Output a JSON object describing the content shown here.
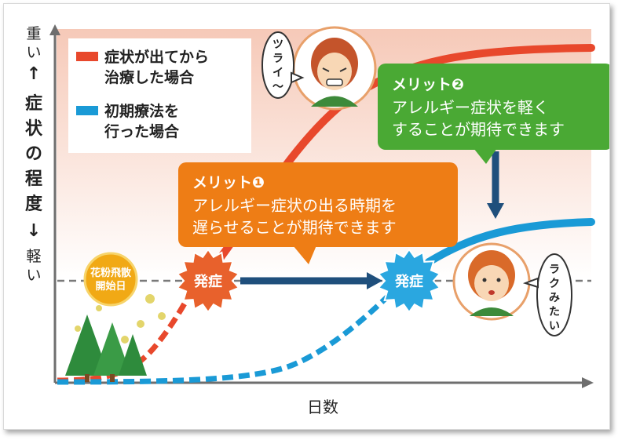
{
  "y_axis": {
    "top_label": "重い",
    "up_arrow": "↑",
    "title": "症状の程度",
    "down_arrow": "↓",
    "bottom_label": "軽い"
  },
  "x_axis": {
    "label": "日数"
  },
  "legend": {
    "items": [
      {
        "lines": [
          "症状が出てから",
          "治療した場合"
        ],
        "color": "#e8482c"
      },
      {
        "lines": [
          "初期療法を",
          "行った場合"
        ],
        "color": "#1a9ad6"
      }
    ]
  },
  "pollen_badge": {
    "lines": [
      "花粉飛散",
      "開始日"
    ],
    "color": "#f1a915"
  },
  "onset_bursts": [
    {
      "label": "発症",
      "color": "#e8612c"
    },
    {
      "label": "発症",
      "color": "#2aa7e0"
    }
  ],
  "callouts": {
    "merit1": {
      "title": "メリット❶",
      "lines": [
        "アレルギー症状の出る時期を",
        "遅らせることが期待できます"
      ],
      "color": "#ee7d15"
    },
    "merit2": {
      "title": "メリット❷",
      "lines": [
        "アレルギー症状を軽く",
        "することが期待できます"
      ],
      "color": "#4aa934"
    }
  },
  "speech": {
    "suffering": {
      "lines": [
        "ツ",
        "ラ",
        "イ",
        "〜"
      ]
    },
    "relieved": {
      "lines": [
        "ラ",
        "ク",
        "み",
        "た",
        "い"
      ]
    }
  },
  "colors": {
    "axis": "#6e6e6e",
    "arrow_navy": "#1f4f7c",
    "threshold": "#7a7a7a",
    "gradient_top": "#f6cbbb",
    "tree": "#2e8b3c"
  }
}
